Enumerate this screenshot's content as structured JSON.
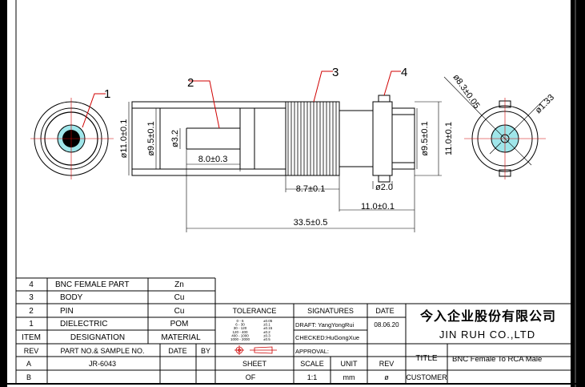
{
  "callouts": [
    "1",
    "2",
    "3",
    "4"
  ],
  "dimensions": {
    "d_11_left": "ø11.0±0.1",
    "d_9_5_left": "ø9.5±0.1",
    "d_3_2": "ø3.2",
    "len_8": "8.0±0.3",
    "len_8_7": "8.7±0.1",
    "d_2": "ø2.0",
    "len_11": "11.0±0.1",
    "len_33_5": "33.5±0.5",
    "d_9_5_right": "ø9.5±0.1",
    "d_11_right": "11.0±0.1",
    "d_8_3": "ø8.3±0.05",
    "d_1_33": "ø1.33"
  },
  "bom": {
    "rows": [
      {
        "item": "4",
        "designation": "BNC FEMALE PART",
        "material": "Zn"
      },
      {
        "item": "3",
        "designation": "BODY",
        "material": "Cu"
      },
      {
        "item": "2",
        "designation": "PIN",
        "material": "Cu"
      },
      {
        "item": "1",
        "designation": "DIELECTRIC",
        "material": "POM"
      }
    ],
    "header": {
      "item": "ITEM",
      "designation": "DESIGNATION",
      "material": "MATERIAL"
    }
  },
  "revision": {
    "header": {
      "rev": "REV",
      "part": "PART NO.& SAMPLE NO.",
      "date": "DATE",
      "by": "BY"
    },
    "rows": [
      {
        "rev": "A",
        "part": "JR-6043"
      },
      {
        "rev": "B",
        "part": ""
      }
    ]
  },
  "tolerance": {
    "title": "TOLERANCE",
    "ranges": [
      "0 - 6",
      "6 - 30",
      "30 - 120",
      "120 - 400",
      "400 - 1000",
      "1000 - 2000"
    ],
    "values": [
      "±0.05",
      "±0.1",
      "±0.15",
      "±0.2",
      "±0.3",
      "±0.5"
    ]
  },
  "signatures": {
    "title": "SIGNATURES",
    "draft": "DRAFT: YangYongRui",
    "checked": "CHECKED:HuGongXue",
    "approval": "APPROVAL:"
  },
  "date_block": {
    "label": "DATE",
    "value": "08.06.20"
  },
  "company": {
    "chinese": "今入企业股份有限公司",
    "english": "JIN RUH CO.,LTD"
  },
  "title_block": {
    "title_label": "TITLE",
    "title_value": "BNC Female To RCA Male",
    "customer_label": "CUSTOMER"
  },
  "sheet_block": {
    "sheet_label": "SHEET",
    "sheet_value": "OF",
    "scale_label": "SCALE",
    "scale_value": "1:1",
    "unit_label": "UNIT",
    "unit_value": "mm",
    "rev_label": "REV",
    "rev_value": "ø"
  },
  "colors": {
    "background": "#000000",
    "paper": "#ffffff",
    "insulator": "#9fe6ea",
    "line": "#000000",
    "callout": "#d00000"
  }
}
